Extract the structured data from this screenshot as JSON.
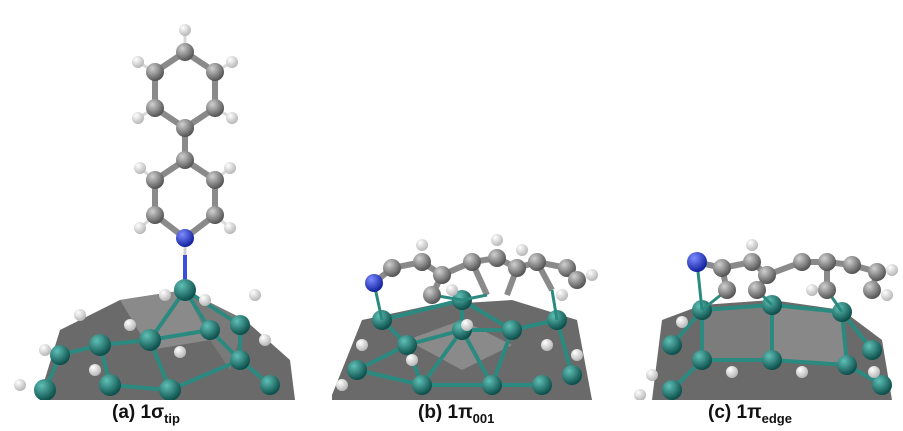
{
  "panels": [
    {
      "id": "a",
      "prefix": "(a) 1",
      "symbol": "σ",
      "subscript": "tip"
    },
    {
      "id": "b",
      "prefix": "(b) 1",
      "symbol": "π",
      "subscript": "001"
    },
    {
      "id": "c",
      "prefix": "(c) 1",
      "symbol": "π",
      "subscript": "edge"
    }
  ],
  "colors": {
    "metal_atom": "#1e7a74",
    "metal_bond": "#2a8a80",
    "carbon": "#808080",
    "nitrogen": "#2a3fd6",
    "hydrogen": "#f2f2f2",
    "polyhedron_face": "#6e6e6e",
    "background": "#ffffff"
  }
}
